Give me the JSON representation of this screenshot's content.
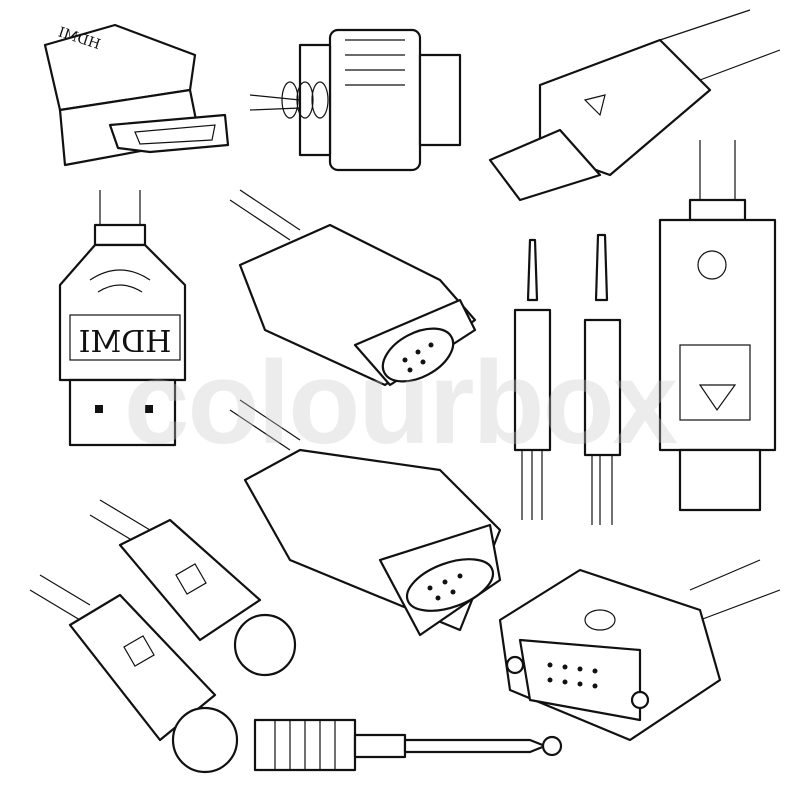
{
  "illustration": {
    "hdmi_label_top": "HDMI",
    "hdmi_label_front": "HDMI",
    "watermark": "colourbox",
    "ink_color": "#111111",
    "background": "#ffffff"
  }
}
